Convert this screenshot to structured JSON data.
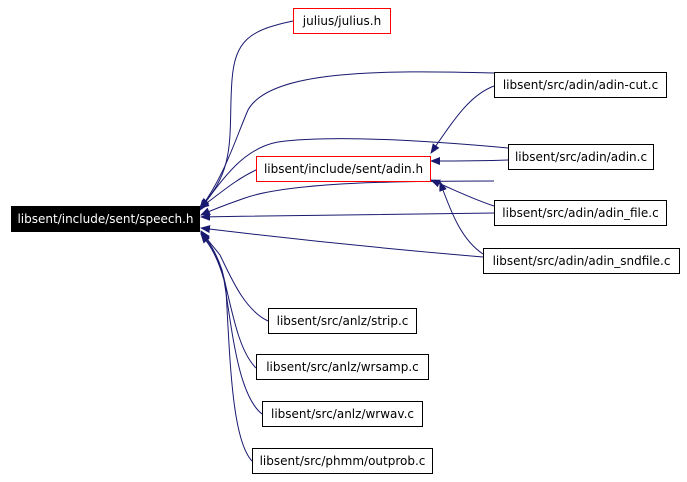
{
  "colors": {
    "edge": "#191970",
    "root_fill": "#000000",
    "root_text": "#ffffff",
    "highlight_border": "#ff0000",
    "node_border": "#000000"
  },
  "nodes": {
    "speech_h": {
      "label": "libsent/include/sent/speech.h"
    },
    "julius_h": {
      "label": "julius/julius.h"
    },
    "adin_h": {
      "label": "libsent/include/sent/adin.h"
    },
    "adin_cut": {
      "label": "libsent/src/adin/adin-cut.c"
    },
    "adin_c": {
      "label": "libsent/src/adin/adin.c"
    },
    "adin_file": {
      "label": "libsent/src/adin/adin_file.c"
    },
    "adin_sndfile": {
      "label": "libsent/src/adin/adin_sndfile.c"
    },
    "strip": {
      "label": "libsent/src/anlz/strip.c"
    },
    "wrsamp": {
      "label": "libsent/src/anlz/wrsamp.c"
    },
    "wrwav": {
      "label": "libsent/src/anlz/wrwav.c"
    },
    "outprob": {
      "label": "libsent/src/phmm/outprob.c"
    }
  }
}
